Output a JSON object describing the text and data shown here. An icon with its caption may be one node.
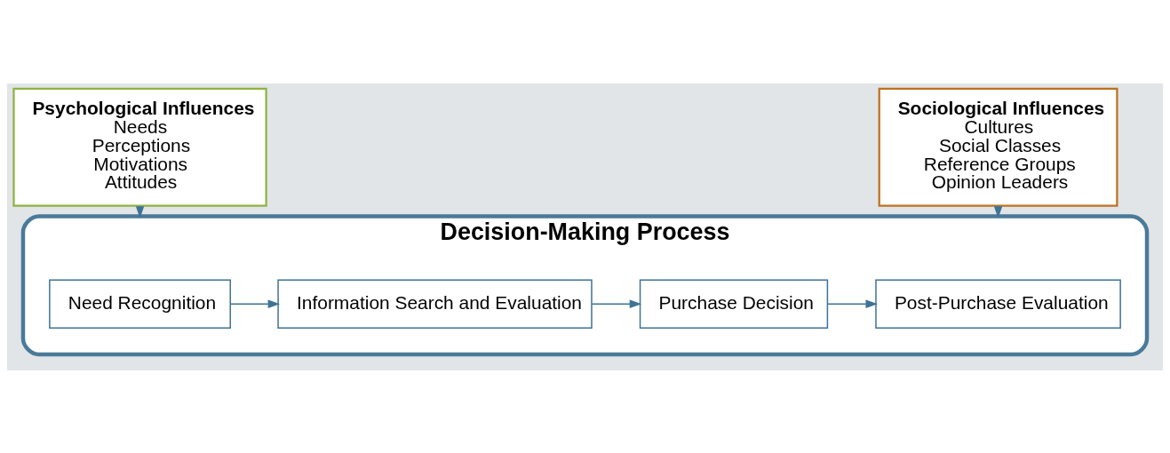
{
  "diagram": {
    "nodes": [
      {
        "text": [
          "Psychological Influences",
          "Needs",
          "Perceptions",
          "Motivations",
          "Attitudes"
        ]
      },
      {
        "text": [
          "Sociological Influences",
          "Cultures",
          "Social Classes",
          "Reference Groups",
          "Opinion Leaders"
        ]
      },
      {
        "text": [
          "Decision-Making Process"
        ]
      },
      {
        "text": [
          "Need Recognition"
        ],
        "in": 2
      },
      {
        "text": [
          "Information Search and Evaluation"
        ],
        "in": 2
      },
      {
        "text": [
          "Purchase Decision"
        ],
        "in": 2
      },
      {
        "text": [
          "Post-Purchase Evaluation"
        ],
        "in": 2
      }
    ],
    "edges": [
      {
        "from": 0,
        "to": 2,
        "arrow": "to"
      },
      {
        "from": 1,
        "to": 2,
        "arrow": "to"
      },
      {
        "from": 3,
        "to": 4,
        "arrow": "to"
      },
      {
        "from": 4,
        "to": 5,
        "arrow": "to"
      },
      {
        "from": 5,
        "to": 6,
        "arrow": "to"
      }
    ]
  }
}
